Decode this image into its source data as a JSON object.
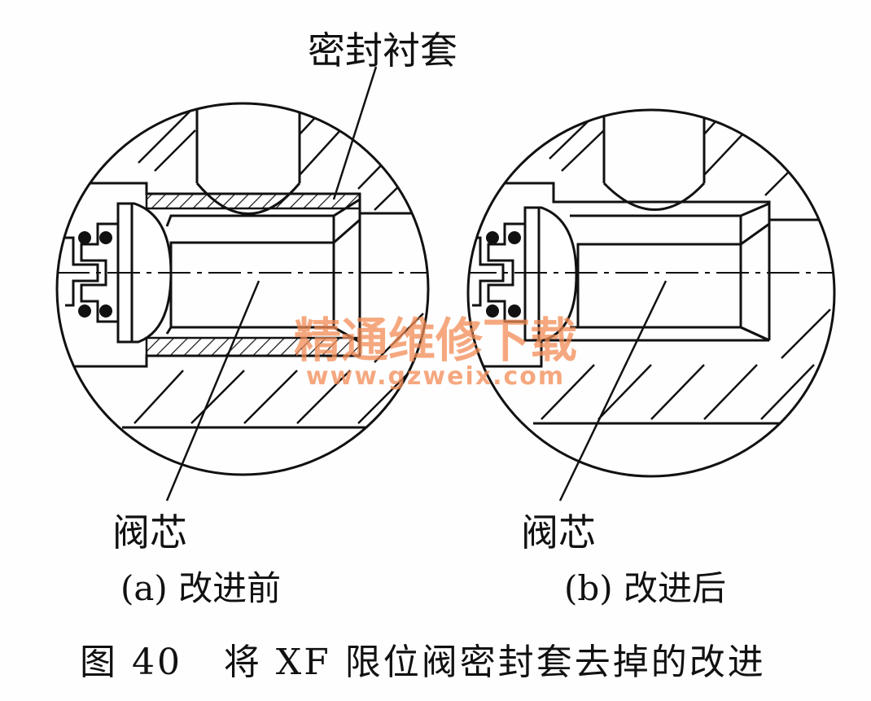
{
  "labels": {
    "sleeve": "密封衬套",
    "core_a": "阀芯",
    "core_b": "阀芯",
    "sub_a": "(a) 改进前",
    "sub_b": "(b) 改进后"
  },
  "caption": "图 40   将 XF 限位阀密封套去掉的改进",
  "watermark": {
    "name": "精通维修下载",
    "url": "www.gzweix.com",
    "color": "#f28c55"
  }
}
